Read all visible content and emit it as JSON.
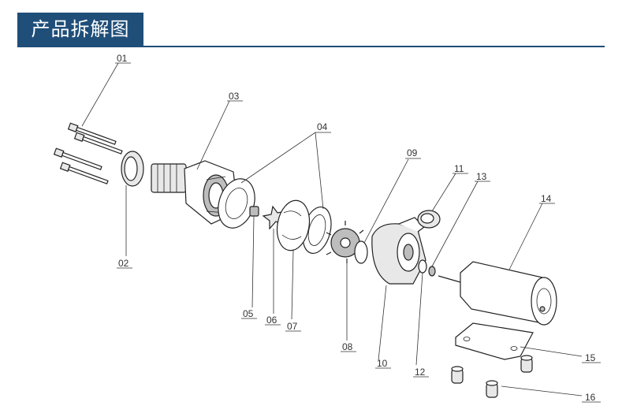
{
  "title": "产品拆解图",
  "colors": {
    "banner": "#1f4e79",
    "line": "#222222"
  },
  "parts": [
    "01",
    "02",
    "03",
    "04",
    "05",
    "06",
    "07",
    "08",
    "09",
    "10",
    "11",
    "12",
    "13",
    "14",
    "15",
    "16"
  ]
}
